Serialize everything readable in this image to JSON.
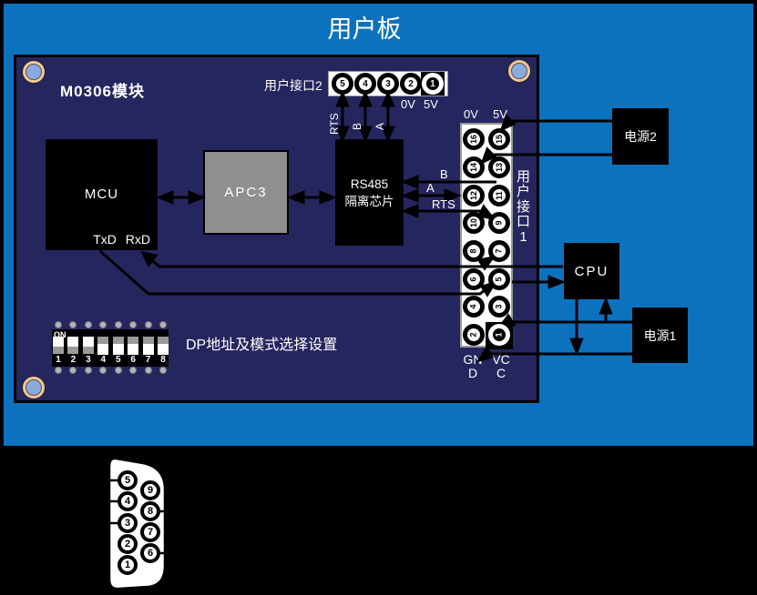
{
  "title": "用户板",
  "board": {
    "module_label": "M0306模块"
  },
  "blocks": {
    "mcu": "MCU",
    "mcu_pins": "TxD RxD",
    "apc3": "APC3",
    "rs485_line1": "RS485",
    "rs485_line2": "隔离芯片",
    "power2": "电源2",
    "cpu": "CPU",
    "power1": "电源1"
  },
  "connector2": {
    "label": "用户接口2",
    "pins": [
      "5",
      "4",
      "3",
      "2",
      "1"
    ],
    "below_labels": {
      "ov": "0V",
      "fv": "5V"
    },
    "arrow_labels": [
      "RTS",
      "B",
      "A"
    ]
  },
  "connector1": {
    "label": "用户接口1",
    "top_labels": {
      "ov": "0V",
      "fv": "5V"
    },
    "bottom_labels": {
      "gnd_l1": "GN",
      "gnd_l2": "D",
      "vcc_l1": "VC",
      "vcc_l2": "C"
    },
    "left_pins": [
      "16",
      "14",
      "12",
      "10",
      "8",
      "6",
      "4",
      "2"
    ],
    "right_pins": [
      "15",
      "13",
      "11",
      "9",
      "7",
      "5",
      "3",
      "1"
    ]
  },
  "signals": {
    "b": "B",
    "a": "A",
    "rts": "RTS"
  },
  "dip": {
    "on": "ON",
    "numbers": [
      "1",
      "2",
      "3",
      "4",
      "5",
      "6",
      "7",
      "8"
    ],
    "positions": [
      "up",
      "up",
      "up",
      "down",
      "down",
      "down",
      "down",
      "down"
    ],
    "caption": "DP地址及模式选择设置"
  },
  "db9": {
    "left_pins": [
      "5",
      "4",
      "3",
      "2",
      "1"
    ],
    "right_pins": [
      "9",
      "8",
      "7",
      "6"
    ]
  },
  "colors": {
    "panel_blue": "#0d72be",
    "board_navy": "#26265f",
    "chip_gray": "#8f8f8f",
    "hole_ring": "#f2c59c",
    "hole_center": "#89abdf"
  }
}
